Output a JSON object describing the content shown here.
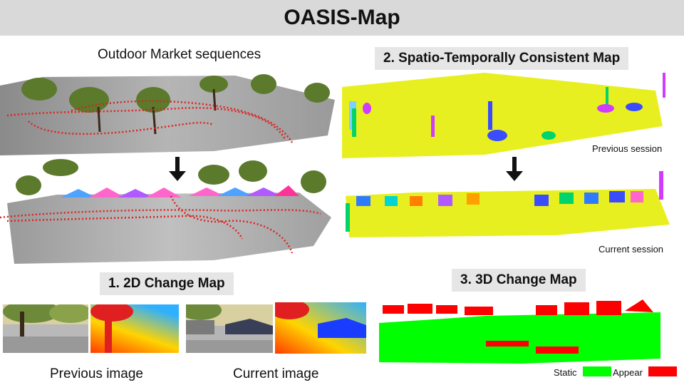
{
  "header": {
    "title": "OASIS-Map"
  },
  "left": {
    "heading": "Outdoor Market sequences",
    "section1_title": "1.  2D Change Map",
    "prev_image_label": "Previous image",
    "curr_image_label": "Current image"
  },
  "right": {
    "section2_title": "2.  Spatio-Temporally Consistent Map",
    "prev_session_label": "Previous session",
    "curr_session_label": "Current session",
    "section3_title": "3.  3D Change Map",
    "legend": [
      {
        "label": "Static",
        "color": "#00ff00"
      },
      {
        "label": "Appear",
        "color": "#ff0000"
      }
    ]
  },
  "icons": {
    "down_arrow": "arrow-down-icon"
  },
  "colors": {
    "header_bg": "#d9d9d9",
    "label_box_bg": "#e6e6e6",
    "trajectory": "#e02020",
    "map_yellow": "#e8ef20",
    "static_green": "#00ff00",
    "appear_red": "#ff0000"
  }
}
